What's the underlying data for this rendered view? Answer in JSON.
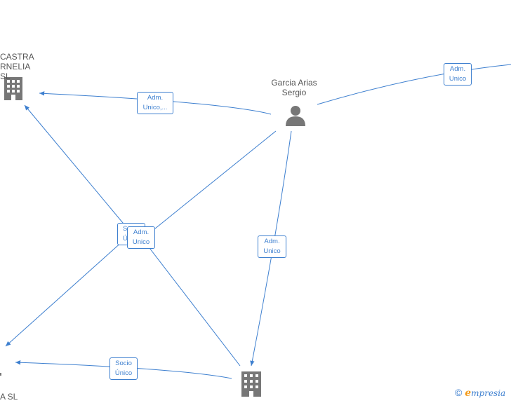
{
  "nodes": {
    "top_left_company": {
      "label": "CASTRA\nRNELIA  SL",
      "icon": "building-icon"
    },
    "person": {
      "label": "Garcia Arias\nSergio",
      "icon": "person-icon"
    },
    "bottom_left_company": {
      "label": "A  SL",
      "icon": "building-icon"
    },
    "bottom_center_company": {
      "icon": "building-icon"
    }
  },
  "edge_labels": {
    "top_right": "Adm.\nUnico",
    "person_to_top_left": "Adm.\nUnico,...",
    "center_back": "So\nÚ",
    "center_front": "Adm.\nUnico",
    "person_to_bottom": "Adm.\nUnico",
    "bottom_socio": "Socio\nÚnico"
  },
  "brand": {
    "symbol": "©",
    "initial": "e",
    "rest": "mpresia"
  },
  "colors": {
    "edge": "#3d7fcf",
    "icon": "#777777",
    "brand_accent": "#f29a1a"
  }
}
